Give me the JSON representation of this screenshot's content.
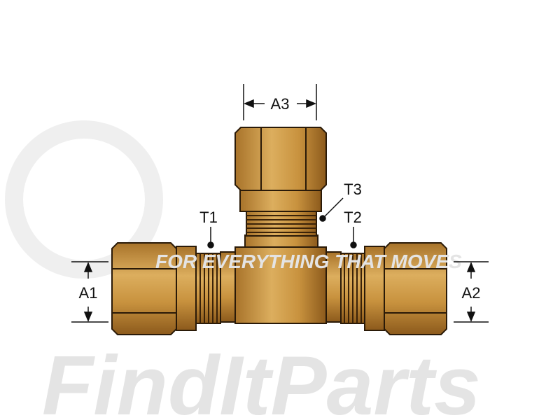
{
  "diagram": {
    "labels": {
      "a1": "A1",
      "a2": "A2",
      "a3": "A3",
      "t1": "T1",
      "t2": "T2",
      "t3": "T3"
    },
    "watermark": {
      "brand": "FindItParts",
      "tagline": "FOR EVERYTHING THAT MOVES"
    },
    "colors": {
      "brass_light": "#d9a552",
      "brass_mid": "#b9822f",
      "brass_dark": "#8c5a1c",
      "outline": "#2a1a08",
      "watermark": "#ececec",
      "watermark_accent": "#f6d6cf"
    }
  }
}
